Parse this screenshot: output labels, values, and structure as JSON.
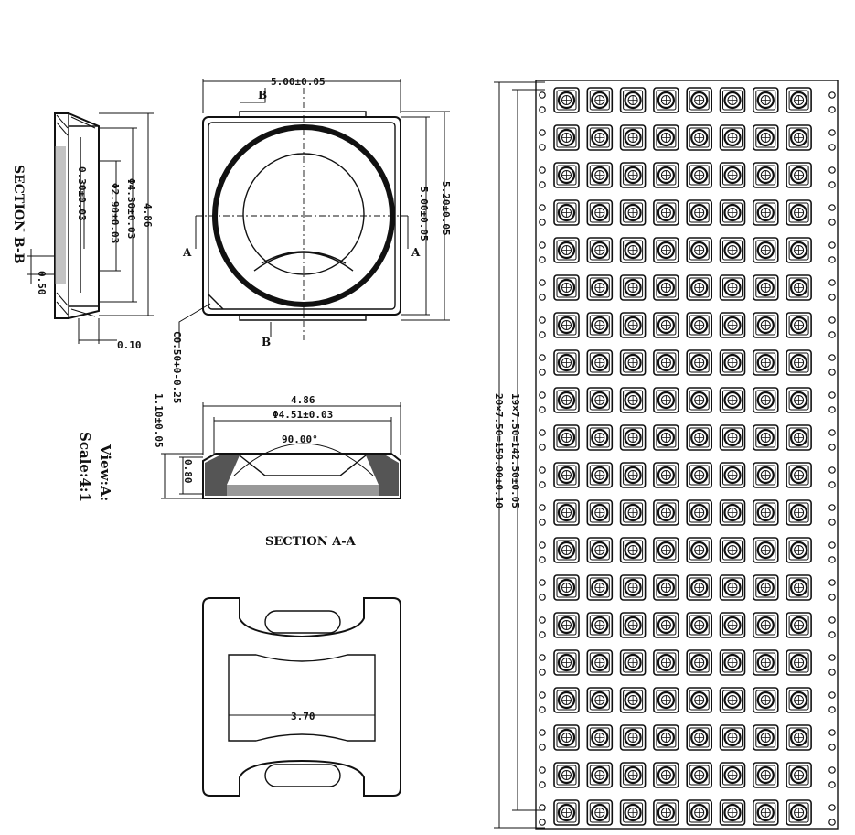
{
  "colors": {
    "ink": "#111111",
    "paper": "#ffffff"
  },
  "top_view": {
    "width_dim": "5.00±0.05",
    "height_dim": "5.20±0.05",
    "inner_height_dim": "5.00±0.05",
    "section_b_top": "B",
    "section_b_bottom": "B",
    "section_a_left": "A",
    "section_a_right": "A",
    "chamfer_dim": "C0.50+0-0.25"
  },
  "section_b": {
    "title": "SECTION B-B",
    "dim_outer": "4.86",
    "dim_phi_outer": "Φ4.30±0.03",
    "dim_phi_inner": "Φ2.90±0.03",
    "dim_thickness": "0.30±0.03",
    "dim_step": "0.50",
    "dim_edge": "0.10"
  },
  "section_a": {
    "title": "SECTION A-A",
    "dim_width": "4.86",
    "dim_phi": "Φ4.51±0.03",
    "dim_angle": "90.00°",
    "dim_height": "0.80",
    "dim_total": "1.10±0.05"
  },
  "view_note": {
    "line1": "View:A:",
    "line2": "Scale:4:1"
  },
  "bottom_view": {
    "dim_inner": "3.70"
  },
  "tray": {
    "rows": 20,
    "cols": 8,
    "dim_pitch": "19×7.50=142.50±0.05",
    "dim_total": "20×7.50=150.00±0.10"
  }
}
